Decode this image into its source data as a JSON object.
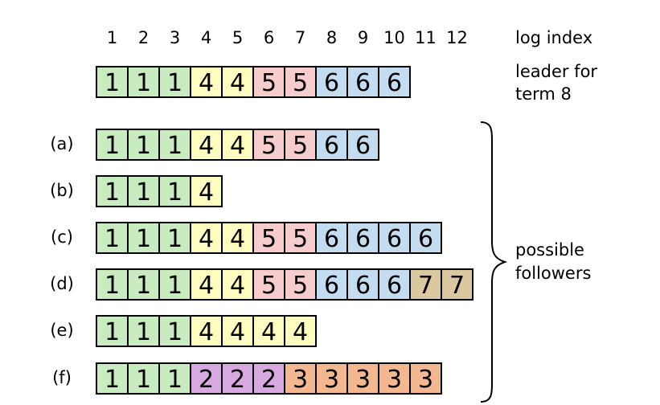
{
  "header": {
    "indices": [
      "1",
      "2",
      "3",
      "4",
      "5",
      "6",
      "7",
      "8",
      "9",
      "10",
      "11",
      "12"
    ],
    "index_label": "log index"
  },
  "leader": {
    "label_line1": "leader for",
    "label_line2": "term 8",
    "terms": [
      1,
      1,
      1,
      4,
      4,
      5,
      5,
      6,
      6,
      6
    ]
  },
  "followers": [
    {
      "label": "(a)",
      "terms": [
        1,
        1,
        1,
        4,
        4,
        5,
        5,
        6,
        6
      ]
    },
    {
      "label": "(b)",
      "terms": [
        1,
        1,
        1,
        4
      ]
    },
    {
      "label": "(c)",
      "terms": [
        1,
        1,
        1,
        4,
        4,
        5,
        5,
        6,
        6,
        6,
        6
      ]
    },
    {
      "label": "(d)",
      "terms": [
        1,
        1,
        1,
        4,
        4,
        5,
        5,
        6,
        6,
        6,
        7,
        7
      ]
    },
    {
      "label": "(e)",
      "terms": [
        1,
        1,
        1,
        4,
        4,
        4,
        4
      ]
    },
    {
      "label": "(f)",
      "terms": [
        1,
        1,
        1,
        2,
        2,
        2,
        3,
        3,
        3,
        3,
        3
      ]
    }
  ],
  "bracket": {
    "label_line1": "possible",
    "label_line2": "followers"
  },
  "term_colors": {
    "1": "#c8ecc0",
    "2": "#d8a8e0",
    "3": "#f4b890",
    "4": "#fdfdc0",
    "5": "#f7cccc",
    "6": "#c4dcf0",
    "7": "#dcc8a0"
  }
}
